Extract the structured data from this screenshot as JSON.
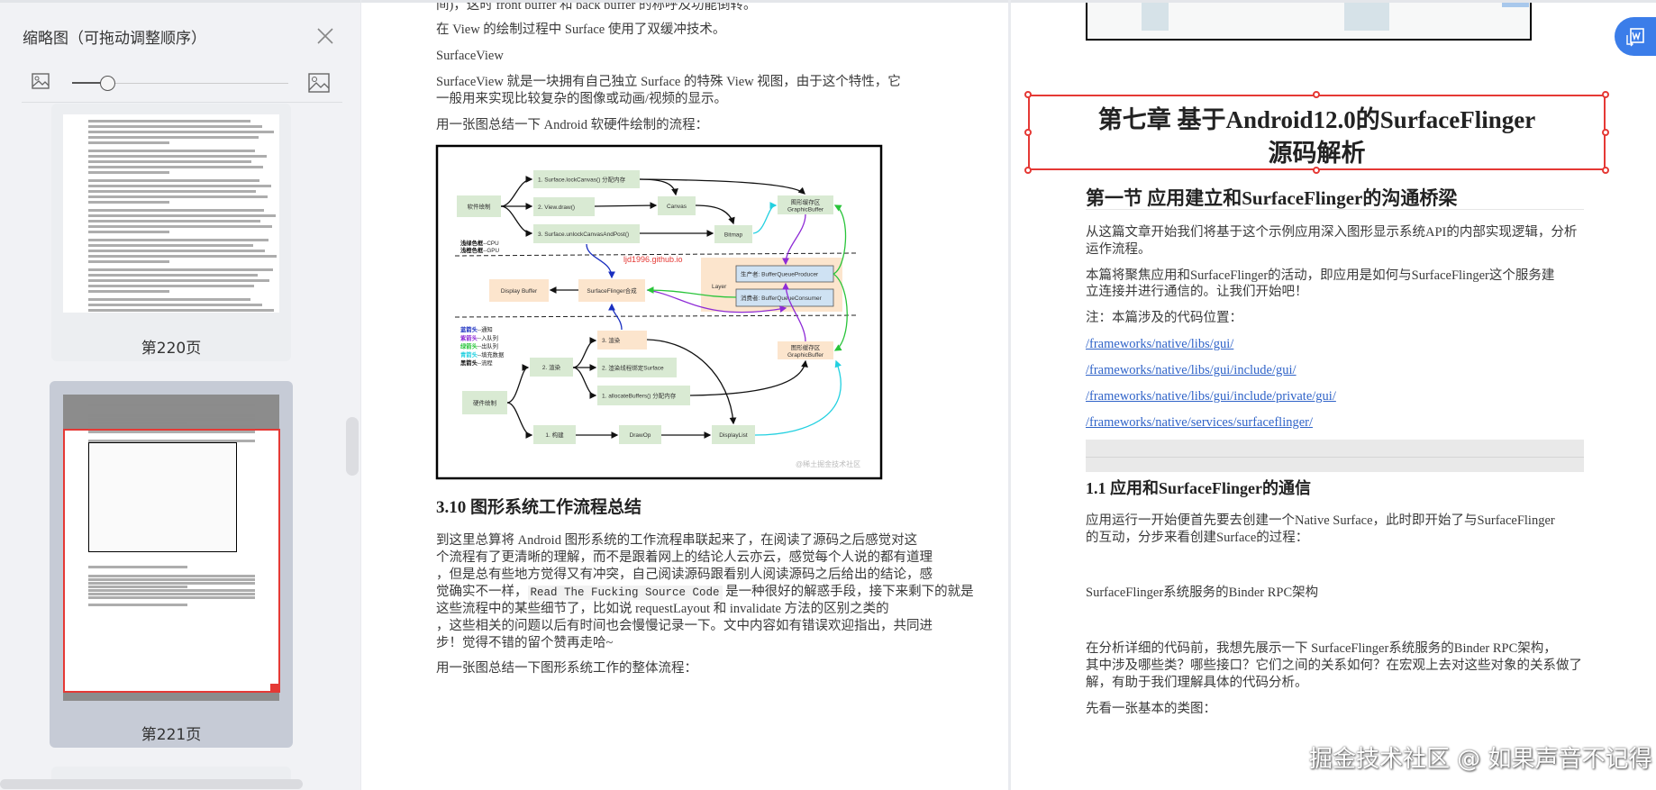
{
  "sidebar": {
    "title": "缩略图（可拖动调整顺序）",
    "zoom_slider_value": 0.17,
    "thumbnails": [
      {
        "label": "第220页",
        "selected": false
      },
      {
        "label": "第221页",
        "selected": true
      }
    ]
  },
  "center_page": {
    "lines_top": [
      "间)，这时 front buffer 和 back buffer 的称呼及功能倒转。",
      "在 View 的绘制过程中 Surface 使用了双缓冲技术。",
      "SurfaceView",
      "SurfaceView 就是一块拥有自己独立 Surface 的特殊 View 视图，由于这个特性，它",
      "一般用来实现比较复杂的图像或动画/视频的显示。",
      "用一张图总结一下 Android 软硬件绘制的流程："
    ],
    "diagram": {
      "nodes": {
        "sw": "软件绘制",
        "lock": "1. Surface.lockCanvas() 分配内存",
        "draw": "2. View.draw()",
        "unlock": "3. Surface.unlockCanvasAndPost()",
        "canvas": "Canvas",
        "bitmap": "Bitmap",
        "gb_top_1": "图形缓存区",
        "gb_top_2": "GraphicBuffer",
        "layer": "Layer",
        "producer": "生产者: BufferQueueProducer",
        "consumer": "消费者: BufferQueueConsumer",
        "display_buffer": "Display Buffer",
        "sf": "SurfaceFlinger合成",
        "r3": "3. 渲染",
        "r2": "2. 渲染",
        "bind": "2. 渲染线程绑定Surface",
        "alloc": "1. allocateBuffers() 分配内存",
        "gb_bot_1": "图形缓存区",
        "gb_bot_2": "GraphicBuffer",
        "hw": "硬件绘制",
        "build": "1. 构建",
        "drawop": "DrawOp",
        "displaylist": "DisplayList"
      },
      "legend_cpu_gpu": [
        {
          "key": "浅绿色框",
          "text": "--CPU"
        },
        {
          "key": "浅橙色框",
          "text": "--GPU"
        }
      ],
      "legend_arrows": [
        {
          "key": "蓝箭头",
          "text": "--通知",
          "color": "#1a2fc0"
        },
        {
          "key": "紫箭头",
          "text": "--入队列",
          "color": "#8e2bd6"
        },
        {
          "key": "绿箭头",
          "text": "--出队列",
          "color": "#29c43a"
        },
        {
          "key": "青箭头",
          "text": "--填充数据",
          "color": "#22d0e0"
        },
        {
          "key": "黑箭头",
          "text": "--流程",
          "color": "#111111"
        }
      ],
      "watermark_url": "ljd1996.github.io",
      "watermark_corner": "@稀土掘金技术社区"
    },
    "heading": "3.10 图形系统工作流程总结",
    "para_lines": [
      "到这里总算将 Android 图形系统的工作流程串联起来了，在阅读了源码之后感觉对这",
      "个流程有了更清晰的理解，而不是跟着网上的结论人云亦云，感觉每个人说的都有道理",
      "，但是总有些地方觉得又有冲突，自己阅读源码跟看别人阅读源码之后给出的结论，感"
    ],
    "para_line4_pre": "觉确实不一样，",
    "para_line4_code": "Read The Fucking Source Code",
    "para_line4_post": " 是一种很好的解惑手段，接下来剩下的就是",
    "para_lines_b": [
      "这些流程中的某些细节了，比如说 requestLayout 和 invalidate 方法的区别之类的",
      "，这些相关的问题以后有时间也会慢慢记录一下。文中内容如有错误欢迎指出，共同进",
      "步！觉得不错的留个赞再走哈~"
    ],
    "closing": "用一张图总结一下图形系统工作的整体流程："
  },
  "right_page": {
    "chapter_title_1": "第七章  基于Android12.0的SurfaceFlinger",
    "chapter_title_2": "源码解析",
    "section_title": "第一节  应用建立和SurfaceFlinger的沟通桥梁",
    "p1": [
      "从这篇文章开始我们将基于这个示例应用深入图形显示系统API的内部实现逻辑，分析",
      "运作流程。"
    ],
    "p2": [
      "本篇将聚焦应用和SurfaceFlinger的活动，即应用是如何与SurfaceFlinger这个服务建",
      "立连接并进行通信的。让我们开始吧！"
    ],
    "note": "注：本篇涉及的代码位置：",
    "links": [
      "/frameworks/native/libs/gui/",
      "/frameworks/native/libs/gui/include/gui/",
      "/frameworks/native/libs/gui/include/private/gui/",
      "/frameworks/native/services/surfaceflinger/"
    ],
    "subsection_title": "1.1 应用和SurfaceFlinger的通信",
    "p3": [
      "应用运行一开始便首先要去创建一个Native Surface，此时即开始了与SurfaceFlinger",
      "的互动，分步来看创建Surface的过程："
    ],
    "caption": "SurfaceFlinger系统服务的Binder RPC架构",
    "p4": [
      "在分析详细的代码前，我想先展示一下 SurfaceFlinger系统服务的Binder RPC架构，",
      "其中涉及哪些类？哪些接口？它们之间的关系如何？在宏观上去对这些对象的关系做了",
      "解，有助于我们理解具体的代码分析。"
    ],
    "p5": "先看一张基本的类图："
  },
  "watermark": "掘金技术社区 @ 如果声音不记得",
  "colors": {
    "selection_red": "#e53935",
    "link_blue": "#2f63c8",
    "fab_blue": "#3b7de9",
    "selected_card": "#c6cbd6"
  }
}
